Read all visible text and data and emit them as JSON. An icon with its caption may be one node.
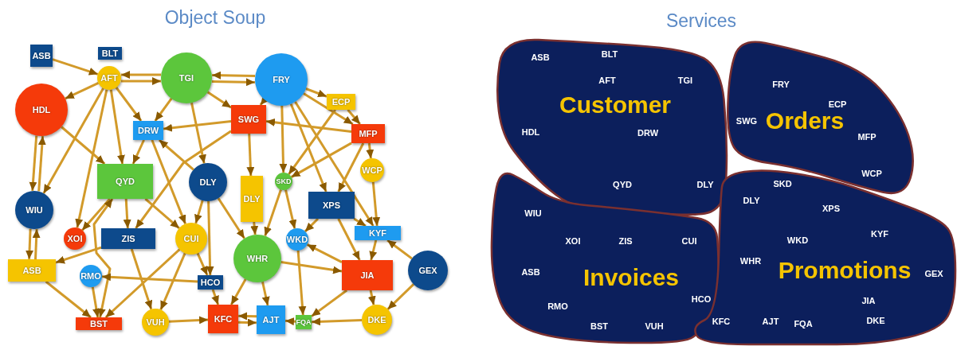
{
  "diagram": {
    "nodes": [
      {
        "text": [
          "ASB"
        ]
      },
      {
        "text": [
          "BLT"
        ]
      },
      {
        "text": [
          "AFT"
        ]
      },
      {
        "text": [
          "TGI"
        ]
      },
      {
        "text": [
          "FRY"
        ]
      },
      {
        "text": [
          "ECP"
        ]
      },
      {
        "text": [
          "HDL"
        ]
      },
      {
        "text": [
          "DRW"
        ]
      },
      {
        "text": [
          "SWG"
        ]
      },
      {
        "text": [
          "MFP"
        ]
      },
      {
        "text": [
          "SKD"
        ]
      },
      {
        "text": [
          "WCP"
        ]
      },
      {
        "text": [
          "QYD"
        ]
      },
      {
        "text": [
          "DLY"
        ]
      },
      {
        "text": [
          "DLY"
        ]
      },
      {
        "text": [
          "XPS"
        ]
      },
      {
        "text": [
          "WIU"
        ]
      },
      {
        "text": [
          "XOI"
        ]
      },
      {
        "text": [
          "ZIS"
        ]
      },
      {
        "text": [
          "CUI"
        ]
      },
      {
        "text": [
          "KYF"
        ]
      },
      {
        "text": [
          "WHR"
        ]
      },
      {
        "text": [
          "WKD"
        ]
      },
      {
        "text": [
          "GEX"
        ]
      },
      {
        "text": [
          "ASB"
        ]
      },
      {
        "text": [
          "RMO"
        ]
      },
      {
        "text": [
          "HCO"
        ]
      },
      {
        "text": [
          "JIA"
        ]
      },
      {
        "text": [
          "BST"
        ]
      },
      {
        "text": [
          "VUH"
        ]
      },
      {
        "text": [
          "KFC"
        ]
      },
      {
        "text": [
          "AJT"
        ]
      },
      {
        "text": [
          "FQA"
        ]
      },
      {
        "text": [
          "DKE"
        ]
      },
      {
        "text": [
          "Customer",
          "ASB",
          "BLT",
          "AFT",
          "TGI",
          "HDL",
          "DRW",
          "QYD",
          "DLY"
        ]
      },
      {
        "text": [
          "Orders",
          "FRY",
          "ECP",
          "SWG",
          "MFP",
          "WCP"
        ]
      },
      {
        "text": [
          "Invoices",
          "WIU",
          "XOI",
          "ZIS",
          "CUI",
          "ASB",
          "RMO",
          "HCO",
          "BST",
          "VUH"
        ]
      },
      {
        "text": [
          "Promotions",
          "SKD",
          "DLY",
          "XPS",
          "KYF",
          "WKD",
          "WHR",
          "JIA",
          "GEX",
          "KFC",
          "AJT",
          "FQA",
          "DKE"
        ]
      }
    ],
    "edges": [
      {
        "from": 0,
        "to": 2,
        "arrow": "to"
      },
      {
        "from": 3,
        "to": 2,
        "arrow": "to"
      },
      {
        "from": 2,
        "to": 3,
        "arrow": "to"
      },
      {
        "from": 4,
        "to": 3,
        "arrow": "to"
      },
      {
        "from": 3,
        "to": 4,
        "arrow": "to"
      },
      {
        "from": 2,
        "to": 6,
        "arrow": "to"
      },
      {
        "from": 2,
        "to": 7,
        "arrow": "to"
      },
      {
        "from": 2,
        "to": 12,
        "arrow": "to"
      },
      {
        "from": 2,
        "to": 16,
        "arrow": "to"
      },
      {
        "from": 2,
        "to": 17,
        "arrow": "to"
      },
      {
        "from": 6,
        "to": 16,
        "arrow": "to"
      },
      {
        "from": 16,
        "to": 6,
        "arrow": "to"
      },
      {
        "from": 6,
        "to": 12,
        "arrow": "to"
      },
      {
        "from": 3,
        "to": 7,
        "arrow": "to"
      },
      {
        "from": 3,
        "to": 13,
        "arrow": "to"
      },
      {
        "from": 3,
        "to": 8,
        "arrow": "to"
      },
      {
        "from": 8,
        "to": 7,
        "arrow": "to"
      },
      {
        "from": 4,
        "to": 8,
        "arrow": "to"
      },
      {
        "from": 4,
        "to": 5,
        "arrow": "to"
      },
      {
        "from": 4,
        "to": 10,
        "arrow": "to"
      },
      {
        "from": 4,
        "to": 9,
        "arrow": "to"
      },
      {
        "from": 4,
        "to": 15,
        "arrow": "to"
      },
      {
        "from": 4,
        "to": 20,
        "arrow": "to"
      },
      {
        "from": 5,
        "to": 9,
        "arrow": "to"
      },
      {
        "from": 5,
        "to": 10,
        "arrow": "to"
      },
      {
        "from": 9,
        "to": 8,
        "arrow": "to"
      },
      {
        "from": 9,
        "to": 10,
        "arrow": "to"
      },
      {
        "from": 9,
        "to": 11,
        "arrow": "to"
      },
      {
        "from": 9,
        "to": 15,
        "arrow": "to"
      },
      {
        "from": 8,
        "to": 14,
        "arrow": "to"
      },
      {
        "from": 8,
        "to": 18,
        "arrow": "to"
      },
      {
        "from": 13,
        "to": 7,
        "arrow": "to"
      },
      {
        "from": 7,
        "to": 12,
        "arrow": "to"
      },
      {
        "from": 7,
        "to": 19,
        "arrow": "to"
      },
      {
        "from": 12,
        "to": 18,
        "arrow": "to"
      },
      {
        "from": 12,
        "to": 17,
        "arrow": "to"
      },
      {
        "from": 12,
        "to": 19,
        "arrow": "to"
      },
      {
        "from": 12,
        "to": 28,
        "arrow": "both"
      },
      {
        "from": 13,
        "to": 19,
        "arrow": "to"
      },
      {
        "from": 13,
        "to": 26,
        "arrow": "to"
      },
      {
        "from": 13,
        "to": 21,
        "arrow": "to"
      },
      {
        "from": 18,
        "to": 24,
        "arrow": "to"
      },
      {
        "from": 18,
        "to": 29,
        "arrow": "to"
      },
      {
        "from": 16,
        "to": 24,
        "arrow": "to"
      },
      {
        "from": 24,
        "to": 16,
        "arrow": "to"
      },
      {
        "from": 24,
        "to": 28,
        "arrow": "to"
      },
      {
        "from": 25,
        "to": 28,
        "arrow": "to"
      },
      {
        "from": 26,
        "to": 25,
        "arrow": "to"
      },
      {
        "from": 19,
        "to": 28,
        "arrow": "to"
      },
      {
        "from": 19,
        "to": 29,
        "arrow": "to"
      },
      {
        "from": 19,
        "to": 26,
        "arrow": "to"
      },
      {
        "from": 26,
        "to": 30,
        "arrow": "to"
      },
      {
        "from": 29,
        "to": 30,
        "arrow": "to"
      },
      {
        "from": 21,
        "to": 30,
        "arrow": "to"
      },
      {
        "from": 21,
        "to": 31,
        "arrow": "to"
      },
      {
        "from": 21,
        "to": 27,
        "arrow": "to"
      },
      {
        "from": 30,
        "to": 31,
        "arrow": "to"
      },
      {
        "from": 31,
        "to": 30,
        "arrow": "to"
      },
      {
        "from": 32,
        "to": 31,
        "arrow": "to"
      },
      {
        "from": 33,
        "to": 32,
        "arrow": "to"
      },
      {
        "from": 22,
        "to": 32,
        "arrow": "to"
      },
      {
        "from": 27,
        "to": 22,
        "arrow": "to"
      },
      {
        "from": 27,
        "to": 32,
        "arrow": "to"
      },
      {
        "from": 27,
        "to": 33,
        "arrow": "to"
      },
      {
        "from": 10,
        "to": 22,
        "arrow": "to"
      },
      {
        "from": 10,
        "to": 21,
        "arrow": "to"
      },
      {
        "from": 15,
        "to": 22,
        "arrow": "to"
      },
      {
        "from": 15,
        "to": 27,
        "arrow": "to"
      },
      {
        "from": 15,
        "to": 20,
        "arrow": "to"
      },
      {
        "from": 20,
        "to": 27,
        "arrow": "to"
      },
      {
        "from": 23,
        "to": 20,
        "arrow": "to"
      },
      {
        "from": 23,
        "to": 33,
        "arrow": "to"
      },
      {
        "from": 11,
        "to": 20,
        "arrow": "to"
      },
      {
        "from": 14,
        "to": 21,
        "arrow": "to"
      }
    ],
    "labels": [
      "Object Soup",
      "Services"
    ]
  }
}
